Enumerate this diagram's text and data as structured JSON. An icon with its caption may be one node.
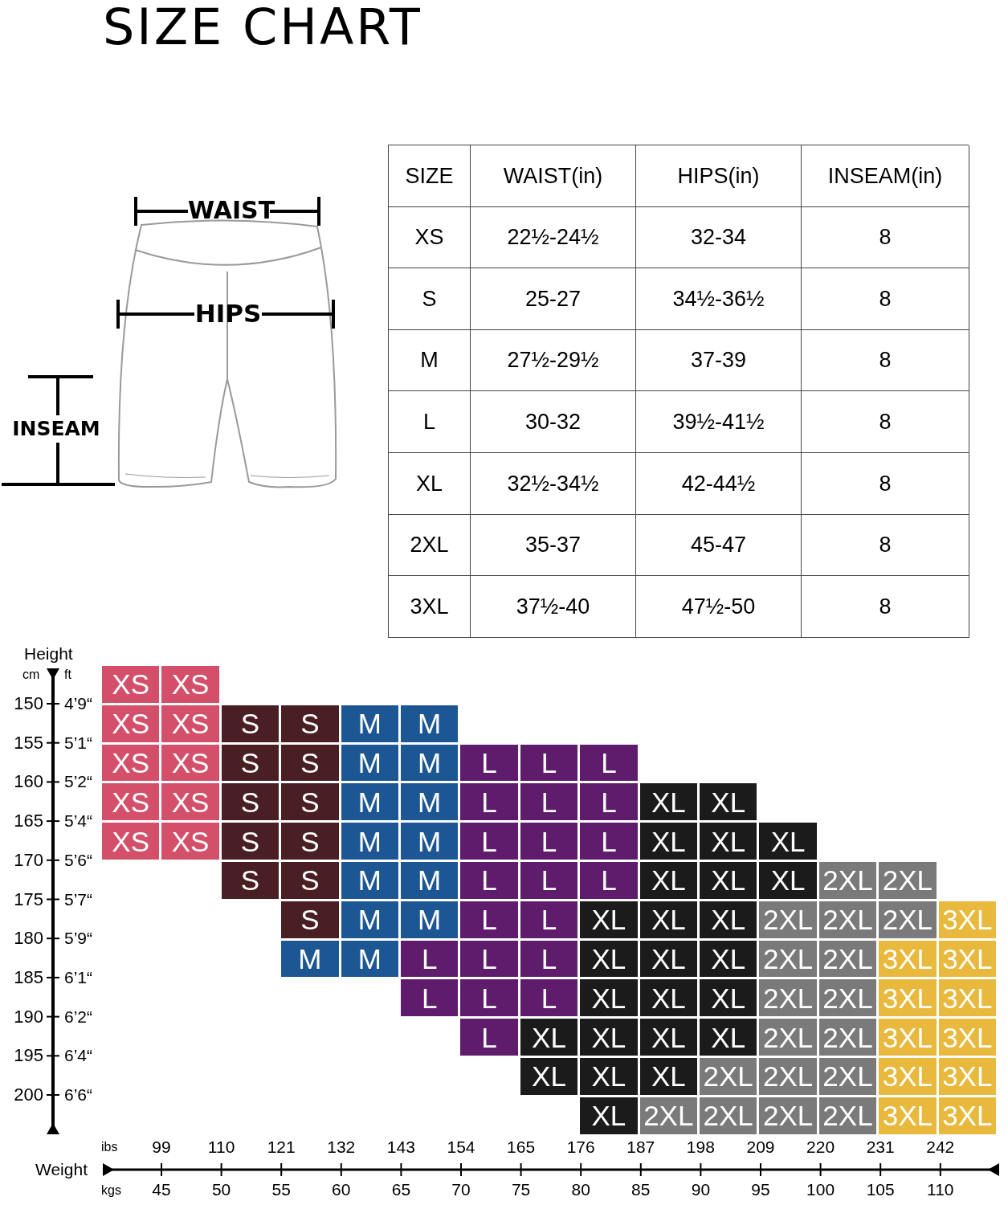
{
  "diagram": {
    "title": "SIZE CHART",
    "labels": [
      "WAIST",
      "HIPS",
      "INSEAM",
      "SIZE",
      "WAIST(in)",
      "HIPS(in)",
      "INSEAM(in)",
      "XS",
      "22½-24½",
      "32-34",
      "8",
      "S",
      "25-27",
      "34½-36½",
      "8",
      "M",
      "27½-29½",
      "37-39",
      "8",
      "L",
      "30-32",
      "39½-41½",
      "8",
      "XL",
      "32½-34½",
      "42-44½",
      "8",
      "2XL",
      "35-37",
      "45-47",
      "8",
      "3XL",
      "37½-40",
      "47½-50",
      "8",
      "Height",
      "cm",
      "ft",
      "150",
      "4’9“",
      "155",
      "5’1“",
      "160",
      "5’2“",
      "165",
      "5’4“",
      "170",
      "5’6“",
      "175",
      "5’7“",
      "180",
      "5’9“",
      "185",
      "6’1“",
      "190",
      "6’2“",
      "195",
      "6’4“",
      "200",
      "6’6“",
      "XS",
      "XS",
      "XS",
      "XS",
      "S",
      "S",
      "M",
      "M",
      "XS",
      "XS",
      "S",
      "S",
      "M",
      "M",
      "L",
      "L",
      "L",
      "XS",
      "XS",
      "S",
      "S",
      "M",
      "M",
      "L",
      "L",
      "L",
      "XL",
      "XL",
      "XS",
      "XS",
      "S",
      "S",
      "M",
      "M",
      "L",
      "L",
      "L",
      "XL",
      "XL",
      "XL",
      "S",
      "S",
      "M",
      "M",
      "L",
      "L",
      "L",
      "XL",
      "XL",
      "XL",
      "2XL",
      "2XL",
      "S",
      "M",
      "M",
      "L",
      "L",
      "XL",
      "XL",
      "XL",
      "2XL",
      "2XL",
      "2XL",
      "3XL",
      "M",
      "M",
      "L",
      "L",
      "L",
      "XL",
      "XL",
      "XL",
      "2XL",
      "2XL",
      "3XL",
      "3XL",
      "L",
      "L",
      "L",
      "XL",
      "XL",
      "XL",
      "2XL",
      "2XL",
      "3XL",
      "3XL",
      "L",
      "XL",
      "XL",
      "XL",
      "XL",
      "2XL",
      "2XL",
      "3XL",
      "3XL",
      "XL",
      "XL",
      "XL",
      "2XL",
      "2XL",
      "2XL",
      "3XL",
      "3XL",
      "XL",
      "2XL",
      "2XL",
      "2XL",
      "2XL",
      "3XL",
      "3XL",
      "ibs",
      "99",
      "110",
      "121",
      "132",
      "143",
      "154",
      "165",
      "176",
      "187",
      "198",
      "209",
      "220",
      "231",
      "242",
      "Weight",
      "kgs",
      "45",
      "50",
      "55",
      "60",
      "65",
      "70",
      "75",
      "80",
      "85",
      "90",
      "95",
      "100",
      "105",
      "110"
    ]
  }
}
